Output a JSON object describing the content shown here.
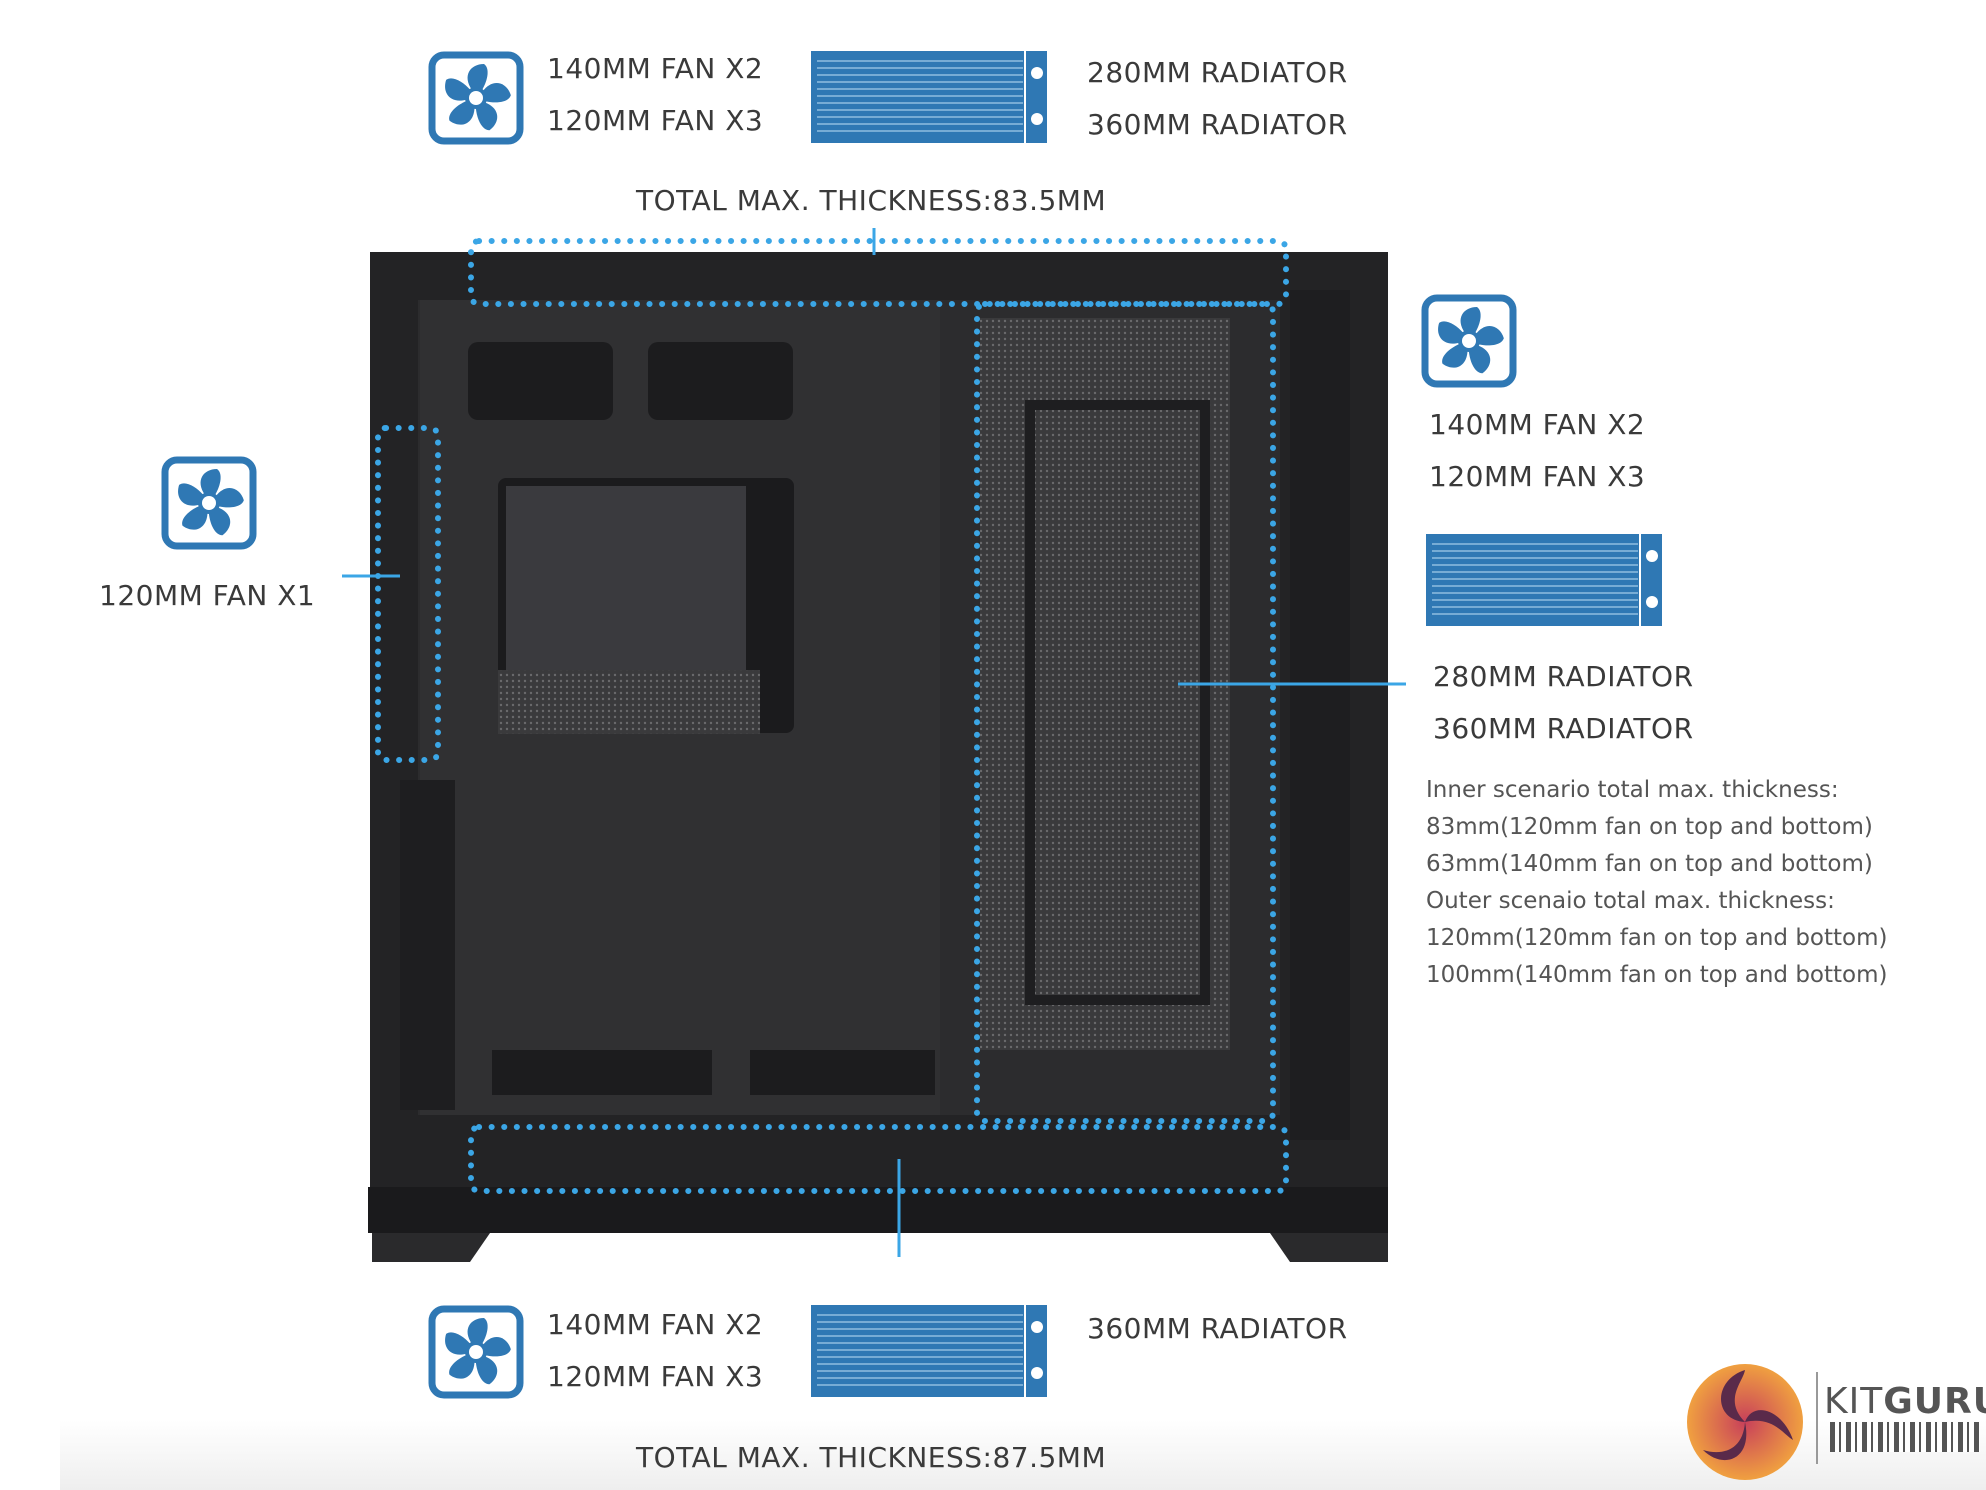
{
  "colors": {
    "accent": "#2f78b4",
    "dots": "#3ba6e6",
    "case": "#1e1e20",
    "text": "#3a3a3a"
  },
  "top": {
    "fan_lines": [
      "140MM FAN X2",
      "120MM FAN X3"
    ],
    "radiator_lines": [
      "280MM RADIATOR",
      "360MM RADIATOR"
    ],
    "thickness": "TOTAL MAX. THICKNESS:83.5MM"
  },
  "left": {
    "fan_lines": [
      "120MM FAN X1"
    ]
  },
  "right": {
    "fan_lines": [
      "140MM FAN X2",
      "120MM FAN X3"
    ],
    "radiator_lines": [
      "280MM RADIATOR",
      "360MM RADIATOR"
    ],
    "notes": [
      "Inner scenario total max. thickness:",
      "83mm(120mm fan on top and bottom)",
      "63mm(140mm fan on top and bottom)",
      "Outer scenaio total max. thickness:",
      "120mm(120mm fan on top and bottom)",
      "100mm(140mm fan on top and bottom)"
    ]
  },
  "bottom": {
    "fan_lines": [
      "140MM FAN X2",
      "120MM FAN X3"
    ],
    "radiator_lines": [
      "360MM RADIATOR"
    ],
    "thickness": "TOTAL MAX. THICKNESS:87.5MM"
  },
  "watermark": {
    "brand_light": "KIT",
    "brand_bold": "GURU"
  },
  "icons": [
    "fan-icon",
    "radiator-icon",
    "kitguru-logo"
  ]
}
